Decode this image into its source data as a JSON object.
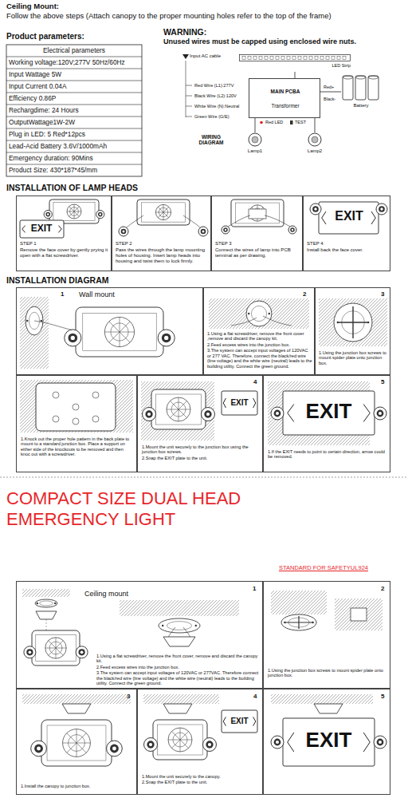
{
  "diagram": {
    "title": "COMPACT SIZE DUAL HEAD EMERGENCY LIGHT",
    "nodes": [
      {
        "text": [
          "LED Strip"
        ]
      },
      {
        "text": [
          "MAIN PCBA",
          "Transformer"
        ]
      },
      {
        "text": [
          "Battery"
        ]
      },
      {
        "text": [
          "Lamp1"
        ]
      },
      {
        "text": [
          "Lamp2"
        ]
      },
      {
        "text": [
          "STEP 1",
          "Remove the face cover by gently prying it open with a flat screwdriver."
        ]
      },
      {
        "text": [
          "STEP 2",
          "Pass the wires through the lamp mounting holes of housing. Insert lamp heads into housing and twist them to lock firmly."
        ]
      },
      {
        "text": [
          "STEP 3",
          "Connect the wires of lamp into PCB terminal as per drawing."
        ]
      },
      {
        "text": [
          "STEP 4",
          "Install back the face cover."
        ]
      },
      {
        "text": [
          "1",
          "Wall mount"
        ]
      },
      {
        "text": [
          "2",
          "1.Using a flat screwdriver, remove the front cover ,remove and discard the canopy kit.",
          "2.Feed excess wires into the junction box.",
          "3.The system can accept input voltages of 120VAC or 277 VAC. Therefore, connect the black/red wire (line voltage) and the white wire (neutral) leads to the building utility. Connect the green ground."
        ]
      },
      {
        "text": [
          "3",
          "1.Using the junction box screws to mount spider plate onto junction box."
        ]
      },
      {
        "text": [
          "1.Knock out the proper hole pattern in the back plate to mount to a standard junction box. Place a support on either side of the knockouts to be removed and then knoc out with a screwdriver."
        ]
      },
      {
        "text": [
          "4",
          "1.Mount the unit securely to the junction box using the junction box screws.",
          "2.Snap the EXIT plate to the unit."
        ]
      },
      {
        "text": [
          "5",
          "1.If the EXIT needs to point to certain direction, arrow could be removed."
        ]
      },
      {
        "text": [
          "Ceiling mount",
          "1",
          "1.Using a flat screwdriver, remove the front cover, remove and discard the canopy kit.",
          "2.Feed excess wires into the junction box.",
          "3.The system can accept input voltages of 120VAC or 277VAC. Therefore connect the black/red wire (line voltage) and the white wire (neutral) leads to the building utility. Connect the green ground."
        ]
      },
      {
        "text": [
          "2",
          "1.Using the junction box screws to mount spider plate onto junction box."
        ]
      },
      {
        "text": [
          "3",
          "1.Install the canopy to junction box."
        ]
      },
      {
        "text": [
          "4",
          "1.Mount the unit securely to the canopy.",
          "2.Snap the EXIT plate to the unit."
        ]
      },
      {
        "text": [
          "5"
        ]
      }
    ],
    "edges": [
      {
        "from": 1,
        "to": 0,
        "arrow": "none"
      },
      {
        "from": 1,
        "to": 2,
        "arrow": "none"
      },
      {
        "from": 1,
        "to": 3,
        "arrow": "none"
      },
      {
        "from": 1,
        "to": 4,
        "arrow": "none"
      }
    ],
    "labels": [
      "Ceiling Mount:",
      "Follow the above steps (Attach canopy to the proper mounting holes refer to the top of the frame)",
      "Product parameters:",
      "WARNING:",
      "Unused wires must be capped using enclosed wire nuts.",
      "Electrical parameters",
      "Working voltage:120V;277V 50Hz/60Hz",
      "Input Wattage 5W",
      "Input Current 0.04A",
      "Efficiency 0.86P",
      "Rechargdime: 24 Hours",
      "OutputWattage1W-2W",
      "Plug in LED: 5 Red*12pcs",
      "Lead-Acid Battery 3.6V/1000mAh",
      "Emergency duration: 90Mins",
      "Product Size: 430*187*45/mm",
      "Input AC cable",
      "Red Wire (L1):277V",
      "Black Wire (L2):120V",
      "White Wire (N):Neutral",
      "Green Wire (G/E)",
      "Red+",
      "Black-",
      "Red LED",
      "TEST",
      "WIRING DIAGRAM",
      "INSTALLATION OF LAMP HEADS",
      "EXIT",
      "EXIT",
      "INSTALLATION DIAGRAM",
      "EXIT",
      "EXIT",
      "STANDARD FOR SAFETYUL924",
      "EXIT",
      "EXIT"
    ]
  }
}
